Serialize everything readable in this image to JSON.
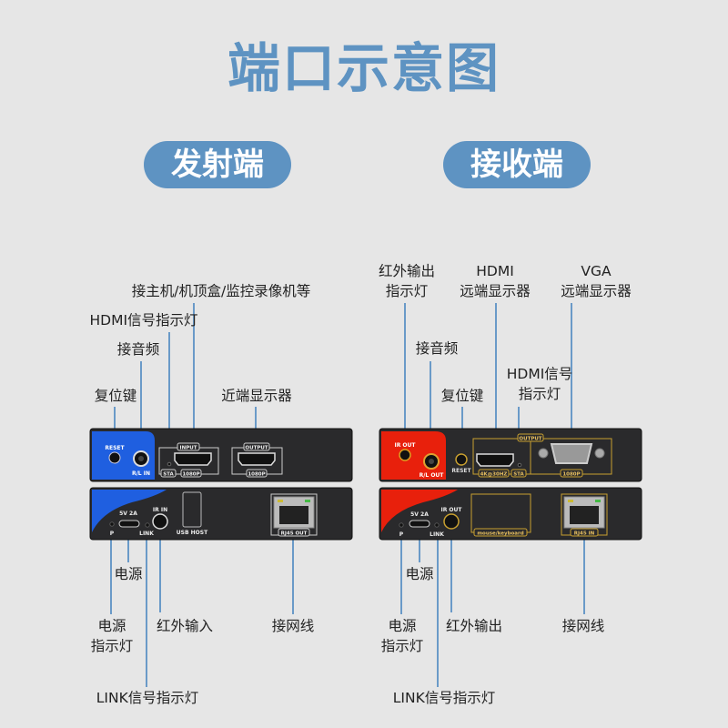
{
  "title": "端口示意图",
  "transmitter": {
    "heading": "发射端",
    "labels": {
      "host": "接主机/机顶盒/监控录像机等",
      "hdmi_led": "HDMI信号指示灯",
      "audio": "接音频",
      "reset": "复位键",
      "near_display": "近端显示器",
      "power": "电源",
      "power_led_1": "电源",
      "power_led_2": "指示灯",
      "ir_in": "红外输入",
      "link_led": "LINK信号指示灯",
      "network": "接网线"
    },
    "panel": {
      "reset": "RESET",
      "rl_in": "R/L IN",
      "input": "INPUT",
      "output": "OUTPUT",
      "sta": "STA",
      "res1": "1080P",
      "res2": "1080P",
      "p": "P",
      "power_spec": "5V 2A",
      "link": "LINK",
      "ir_in": "IR IN",
      "usb_host": "USB HOST",
      "rj45": "RJ45 OUT"
    },
    "accent": "#1f5fe0"
  },
  "receiver": {
    "heading": "接收端",
    "labels": {
      "ir_led_1": "红外输出",
      "ir_led_2": "指示灯",
      "hdmi_1": "HDMI",
      "hdmi_2": "远端显示器",
      "vga_1": "VGA",
      "vga_2": "远端显示器",
      "audio": "接音频",
      "reset": "复位键",
      "hdmi_led_1": "HDMI信号",
      "hdmi_led_2": "指示灯",
      "power": "电源",
      "power_led_1": "电源",
      "power_led_2": "指示灯",
      "ir_out": "红外输出",
      "link_led": "LINK信号指示灯",
      "network": "接网线"
    },
    "panel": {
      "ir_out": "IR OUT",
      "rl_out": "R/L OUT",
      "reset": "RESET",
      "output": "OUTPUT",
      "res_hdmi": "4K@30HZ",
      "sta": "STA",
      "res_vga": "1080P",
      "p": "P",
      "power_spec": "5V 2A",
      "link": "LINK",
      "ir_out2": "IR OUT",
      "mk": "mouse/keyboard",
      "rj45": "RJ45 IN"
    },
    "accent": "#e8200c"
  }
}
